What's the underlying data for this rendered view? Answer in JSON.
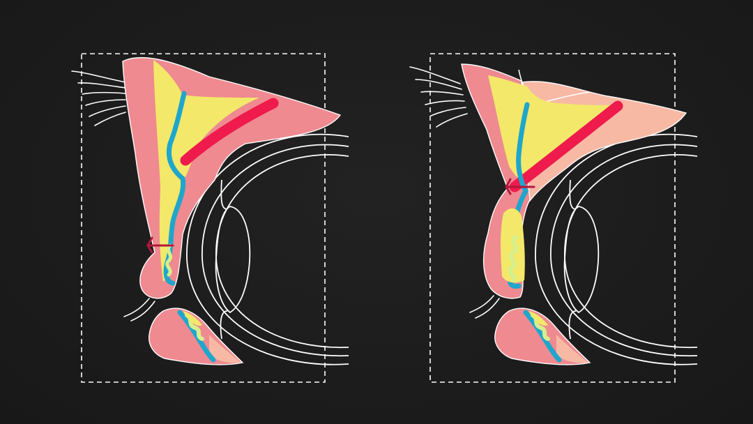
{
  "diagram": {
    "panels": [
      {
        "id": "left",
        "state": "normal eyelid cross-section"
      },
      {
        "id": "right",
        "state": "altered eyelid cross-section"
      }
    ],
    "colors": {
      "background": "#1d1d1d",
      "skin": "#ee8a90",
      "skin_light": "#f7b9a4",
      "fat": "#f3e86a",
      "fat_light": "#d6ef8c",
      "muscle_band": "#ee1b4c",
      "membrane": "#1fa6cc",
      "vessel": "#b2173c",
      "outline": "#ffffff"
    }
  }
}
